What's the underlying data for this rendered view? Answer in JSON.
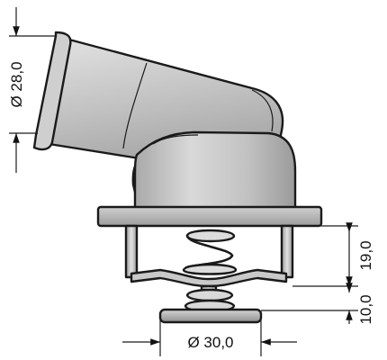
{
  "dimensions": {
    "inlet_diameter": "Ø 28,0",
    "valve_diameter": "Ø 30,0",
    "height_upper": "19,0",
    "height_lower": "10,0"
  },
  "colors": {
    "housing_light": "#d8d8d8",
    "housing_mid": "#b9b9b9",
    "housing_dark": "#8e8e8e",
    "outline": "#1a1a1a"
  }
}
